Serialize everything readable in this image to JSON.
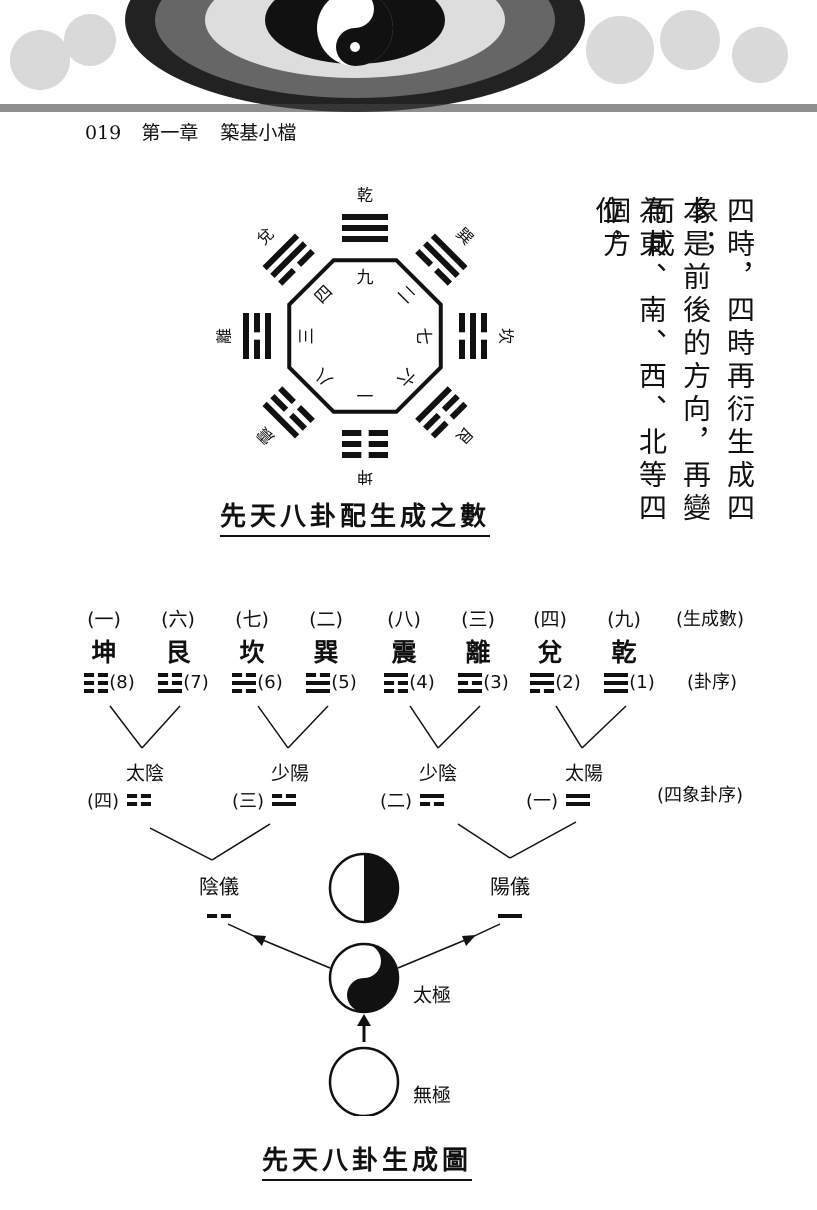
{
  "header": {
    "page_number": "019",
    "chapter": "第一章",
    "chapter_title": "築基小檔"
  },
  "body_text": [
    "四時，四時再衍生成四象；",
    "本是前後的方向，再變而成",
    "為東、南、西、北等四個方",
    "位。"
  ],
  "figure1": {
    "caption": "先天八卦配生成之數",
    "trigram_names": [
      "乾",
      "巽",
      "坎",
      "艮",
      "坤",
      "震",
      "離",
      "兌"
    ],
    "trigram_lines": [
      [
        1,
        1,
        1
      ],
      [
        1,
        1,
        0
      ],
      [
        0,
        1,
        0
      ],
      [
        0,
        0,
        1
      ],
      [
        0,
        0,
        0
      ],
      [
        1,
        0,
        0
      ],
      [
        1,
        0,
        1
      ],
      [
        1,
        1,
        0
      ]
    ],
    "numbers": [
      "九",
      "二",
      "七",
      "六",
      "一",
      "八",
      "三",
      "四"
    ]
  },
  "figure2": {
    "caption": "先天八卦生成圖",
    "numbers": [
      "(一)",
      "(六)",
      "(七)",
      "(二)",
      "(八)",
      "(三)",
      "(四)",
      "(九)"
    ],
    "numbers_label": "(生成數)",
    "trigrams": [
      "坤",
      "艮",
      "坎",
      "巽",
      "震",
      "離",
      "兌",
      "乾"
    ],
    "trigram_lines": [
      [
        0,
        0,
        0
      ],
      [
        0,
        0,
        1
      ],
      [
        0,
        1,
        0
      ],
      [
        0,
        1,
        1
      ],
      [
        1,
        0,
        0
      ],
      [
        1,
        0,
        1
      ],
      [
        1,
        1,
        0
      ],
      [
        1,
        1,
        1
      ]
    ],
    "orders": [
      "(8)",
      "(7)",
      "(6)",
      "(5)",
      "(4)",
      "(3)",
      "(2)",
      "(1)"
    ],
    "orders_label": "(卦序)",
    "four_images": [
      {
        "name": "太陰",
        "order": "(四)",
        "lines": [
          0,
          0
        ]
      },
      {
        "name": "少陽",
        "order": "(三)",
        "lines": [
          0,
          1
        ]
      },
      {
        "name": "少陰",
        "order": "(二)",
        "lines": [
          1,
          0
        ]
      },
      {
        "name": "太陽",
        "order": "(一)",
        "lines": [
          1,
          1
        ]
      }
    ],
    "four_images_label": "(四象卦序)",
    "yin_yi": "陰儀",
    "yang_yi": "陽儀",
    "taiji": "太極",
    "wuji": "無極"
  }
}
